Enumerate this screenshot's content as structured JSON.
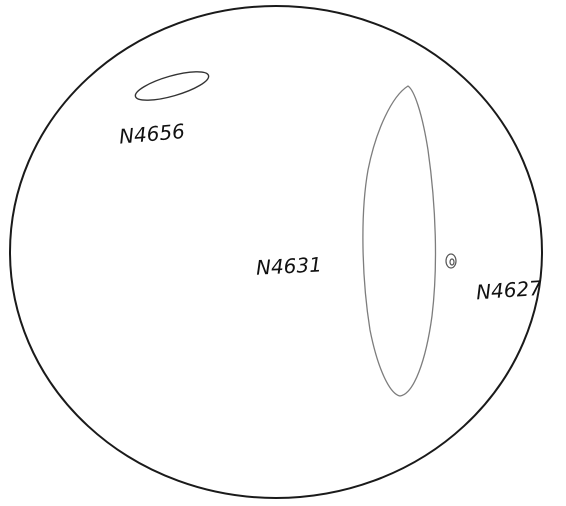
{
  "labels": {
    "ngc4656": "N4656",
    "ngc4631": "N4631",
    "ngc4627": "N4627"
  }
}
